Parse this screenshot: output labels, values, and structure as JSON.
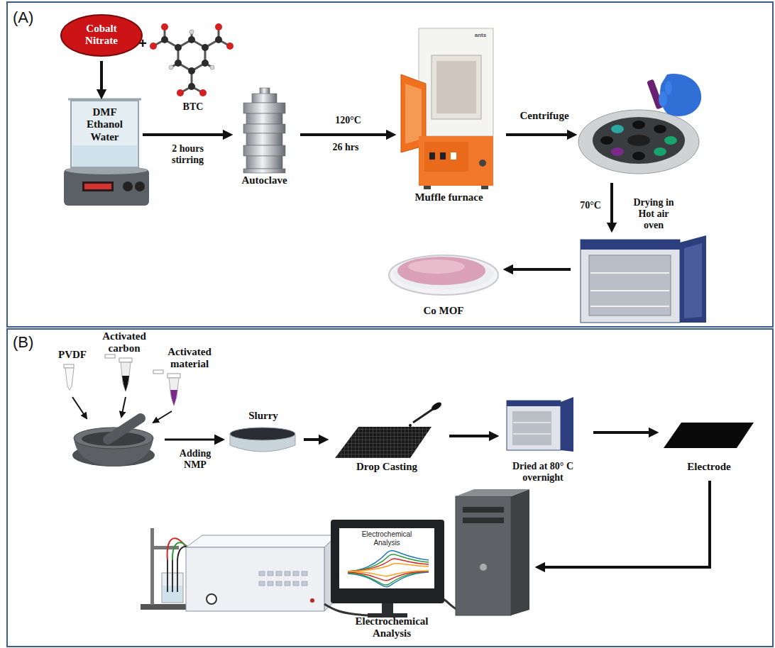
{
  "diagram": {
    "nodes": [
      {
        "text": [
          "Cobalt Nitrate"
        ]
      },
      {
        "text": [
          "BTC"
        ]
      },
      {
        "text": [
          "DMF Ethanol Water"
        ]
      },
      {
        "text": [
          "Autoclave"
        ]
      },
      {
        "text": [
          "Muffle furnace"
        ]
      },
      {
        "text": [
          "Centrifuge"
        ]
      },
      {
        "text": [
          "Drying in Hot air oven"
        ]
      },
      {
        "text": [
          "Co MOF"
        ]
      },
      {
        "text": [
          "PVDF"
        ]
      },
      {
        "text": [
          "Activated carbon"
        ]
      },
      {
        "text": [
          "Activated material"
        ]
      },
      {
        "text": [
          "Slurry"
        ]
      },
      {
        "text": [
          "Drop Casting"
        ]
      },
      {
        "text": [
          "Dried at 80° C overnight"
        ]
      },
      {
        "text": [
          "Electrode"
        ]
      },
      {
        "text": [
          "Electrochemical Analysis"
        ]
      },
      {
        "text": [
          "Electrochemical Analysis"
        ],
        "in": 15
      }
    ],
    "edges": [
      {
        "from": 0,
        "to": 2,
        "arrow": "to"
      },
      {
        "from": 2,
        "to": 3,
        "label": "2 hours stirring",
        "arrow": "to"
      },
      {
        "from": 3,
        "to": 4,
        "label": "120°C",
        "arrow": "to"
      },
      {
        "from": 4,
        "to": 5,
        "arrow": "to"
      },
      {
        "from": 5,
        "to": 6,
        "label": "70°C",
        "arrow": "to"
      },
      {
        "from": 6,
        "to": 7,
        "arrow": "to"
      },
      {
        "from": 11,
        "to": 12,
        "arrow": "to"
      },
      {
        "from": 12,
        "to": 13,
        "arrow": "to"
      },
      {
        "from": 13,
        "to": 14,
        "arrow": "to"
      },
      {
        "from": 14,
        "to": 15,
        "arrow": "to"
      }
    ],
    "labels": [
      "(A)",
      "+",
      "26 hrs",
      "ants",
      "(B)",
      "Adding NMP"
    ]
  }
}
